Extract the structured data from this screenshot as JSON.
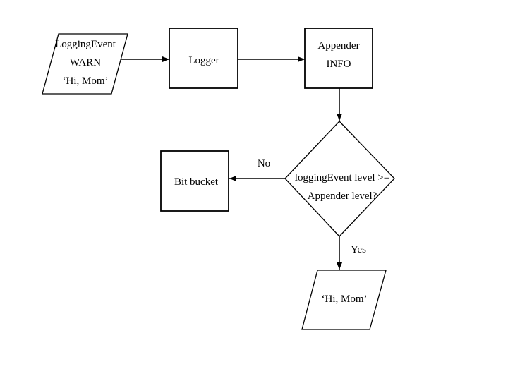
{
  "colors": {
    "background": "#ffffff",
    "line": "#000000",
    "text": "#000000"
  },
  "nodes": {
    "logging_event_input": {
      "shape": "parallelogram",
      "lines": [
        "LoggingEvent",
        "WARN",
        "‘Hi, Mom’"
      ]
    },
    "logger": {
      "shape": "rectangle",
      "lines": [
        "Logger"
      ]
    },
    "appender": {
      "shape": "rectangle",
      "lines": [
        "Appender",
        "INFO"
      ]
    },
    "level_check": {
      "shape": "diamond",
      "lines": [
        "loggingEvent level >=",
        "Appender level?"
      ]
    },
    "bit_bucket": {
      "shape": "rectangle",
      "lines": [
        "Bit bucket"
      ]
    },
    "output_message": {
      "shape": "parallelogram",
      "lines": [
        "‘Hi, Mom’"
      ]
    }
  },
  "edge_labels": {
    "no": "No",
    "yes": "Yes"
  }
}
